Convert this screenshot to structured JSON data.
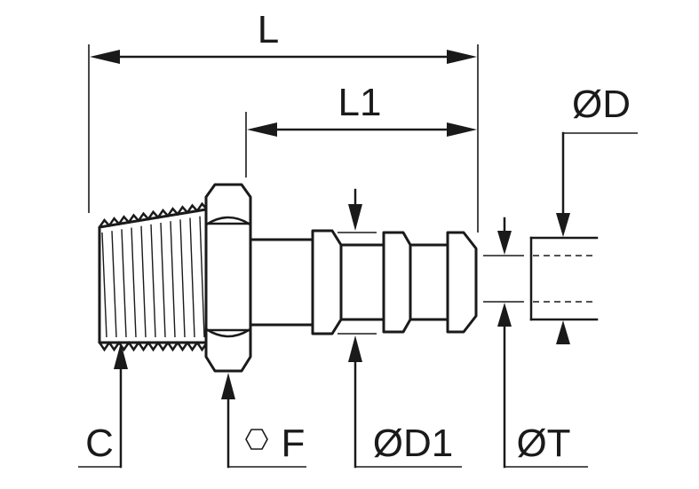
{
  "dimensions": {
    "L": "L",
    "L1": "L1",
    "D": "ØD",
    "C": "C",
    "F": "F",
    "D1": "ØD1",
    "T": "ØT"
  },
  "icons": {
    "hex": "hexagon-icon"
  }
}
